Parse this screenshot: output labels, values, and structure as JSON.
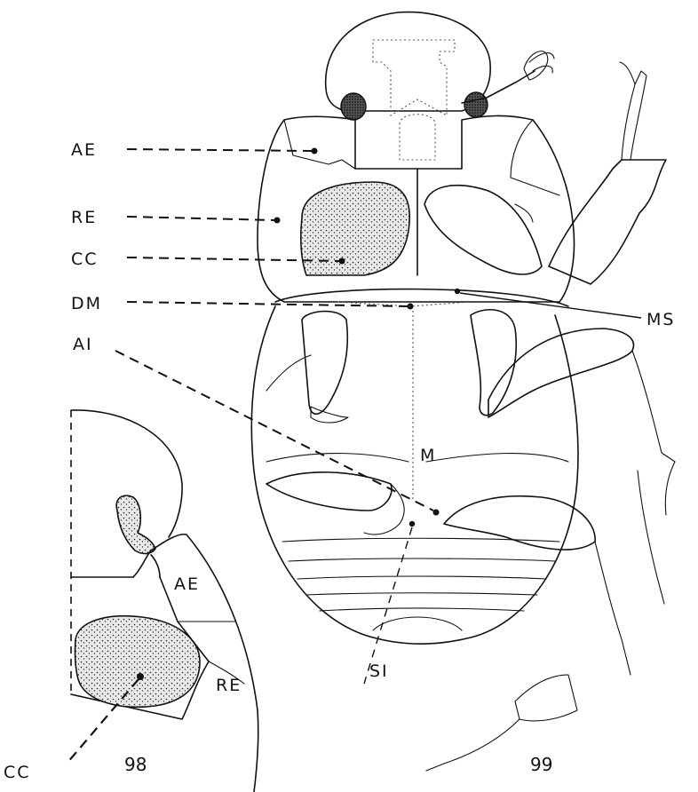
{
  "figure_98": {
    "number": "98",
    "labels": {
      "ae": "AE",
      "re": "RE",
      "cc": "CC"
    }
  },
  "figure_99": {
    "number": "99",
    "labels": {
      "ae": "AE",
      "re": "RE",
      "cc": "CC",
      "dm": "DM",
      "ai": "AI",
      "ms": "MS",
      "m": "M",
      "si": "SI"
    }
  },
  "colors": {
    "ink": "#111111",
    "background": "#ffffff"
  }
}
